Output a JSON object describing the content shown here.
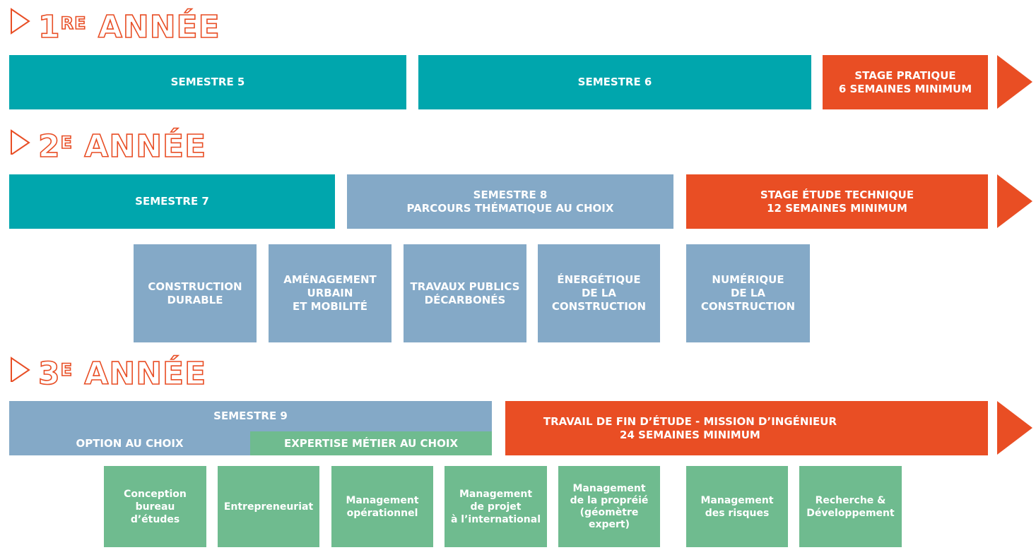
{
  "year1": {
    "num": "1",
    "sup": "RE",
    "word": "ANNÉE"
  },
  "year2": {
    "num": "2",
    "sup": "E",
    "word": "ANNÉE"
  },
  "year3": {
    "num": "3",
    "sup": "E",
    "word": "ANNÉE"
  },
  "row1": {
    "semestre5": "SEMESTRE 5",
    "semestre6": "SEMESTRE 6",
    "stage": [
      "STAGE PRATIQUE",
      "6 SEMAINES MINIMUM"
    ]
  },
  "row2": {
    "semestre7": "SEMESTRE 7",
    "semestre8": [
      "SEMESTRE 8",
      "PARCOURS THÉMATIQUE AU CHOIX"
    ],
    "stage": [
      "STAGE ÉTUDE TECHNIQUE",
      "12 SEMAINES MINIMUM"
    ]
  },
  "parcours": [
    [
      "CONSTRUCTION",
      "DURABLE"
    ],
    [
      "AMÉNAGEMENT",
      "URBAIN",
      "ET MOBILITÉ"
    ],
    [
      "TRAVAUX PUBLICS",
      "DÉCARBONÉS"
    ],
    [
      "ÉNERGÉTIQUE",
      "DE LA",
      "CONSTRUCTION"
    ],
    [
      "NUMÉRIQUE",
      "DE LA",
      "CONSTRUCTION"
    ]
  ],
  "row3": {
    "semestre9": "SEMESTRE 9",
    "option": "OPTION AU CHOIX",
    "expertise": "EXPERTISE MÉTIER AU CHOIX",
    "tfe": [
      "TRAVAIL DE FIN D’ÉTUDE - MISSION D’INGÉNIEUR",
      "24 SEMAINES MINIMUM"
    ]
  },
  "options": [
    [
      "Conception",
      "bureau d’études"
    ],
    [
      "Entrepreneuriat"
    ],
    [
      "Management",
      "opérationnel"
    ],
    [
      "Management",
      "de projet",
      "à l’international"
    ],
    [
      "Management",
      "de la propréié",
      "(géomètre",
      "expert)"
    ],
    [
      "Management",
      "des risques"
    ],
    [
      "Recherche &",
      "Développement"
    ]
  ],
  "colors": {
    "teal": "#00a6ad",
    "blue": "#84a9c7",
    "orange": "#e94e24",
    "green": "#6fbb8f"
  }
}
